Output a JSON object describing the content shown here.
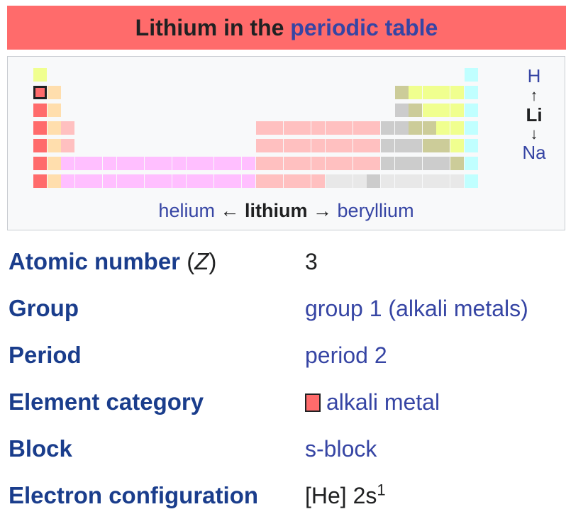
{
  "header": {
    "title_prefix": "Lithium in the",
    "title_link": "periodic table"
  },
  "colors": {
    "alkali": "#ff6b6b",
    "alkaline_earth": "#ffdead",
    "lanthanide": "#ffbfff",
    "transition": "#ffc0c0",
    "post_transition": "#cccccc",
    "metalloid": "#cccc99",
    "nonmetal": "#f0ff8f",
    "noble_gas": "#c0ffff",
    "unknown": "#e8e8e8",
    "header": "#ff6b6b"
  },
  "nav": {
    "up": "H",
    "up_arrow": "↑",
    "current": "Li",
    "down_arrow": "↓",
    "down": "Na",
    "left": "helium",
    "left_arrow": "←",
    "center": "lithium",
    "right_arrow": "→",
    "right": "beryllium"
  },
  "properties": [
    {
      "label": "Atomic number",
      "label_extra_open": " (",
      "label_extra_var": "Z",
      "label_extra_close": ")",
      "value": "3",
      "value_is_link": false
    },
    {
      "label": "Group",
      "value": "group 1 (alkali metals)",
      "value_is_link": true
    },
    {
      "label": "Period",
      "value": "period 2",
      "value_is_link": true
    },
    {
      "label": "Element category",
      "value": "alkali metal",
      "value_is_link": true,
      "swatch": true
    },
    {
      "label": "Block",
      "value": "s-block",
      "value_is_link": true
    },
    {
      "label": "Electron configuration",
      "value_prefix": "[He]",
      "value_main": " 2s",
      "value_sup": "1"
    }
  ]
}
